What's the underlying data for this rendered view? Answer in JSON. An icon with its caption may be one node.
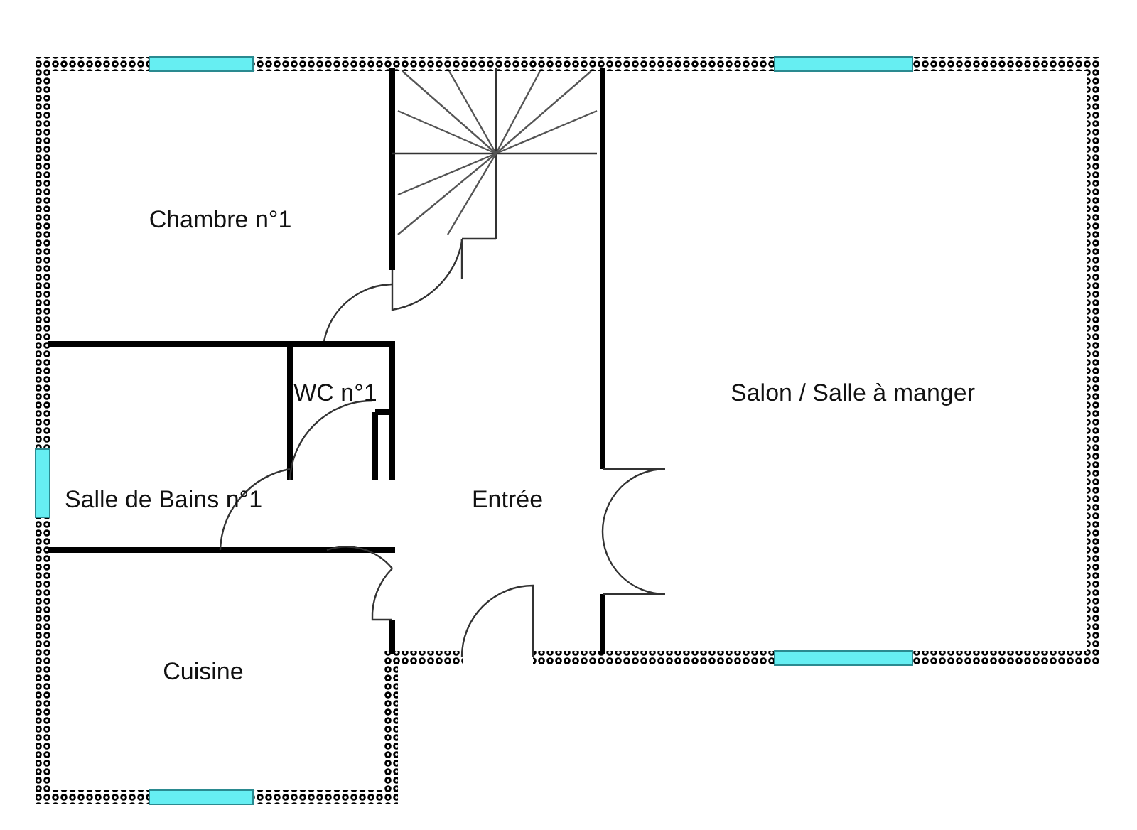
{
  "diagram": {
    "labels": [
      "Chambre n°1",
      "WC n°1",
      "Salle de Bains n°1",
      "Entrée",
      "Salon / Salle à manger",
      "Cuisine"
    ]
  }
}
